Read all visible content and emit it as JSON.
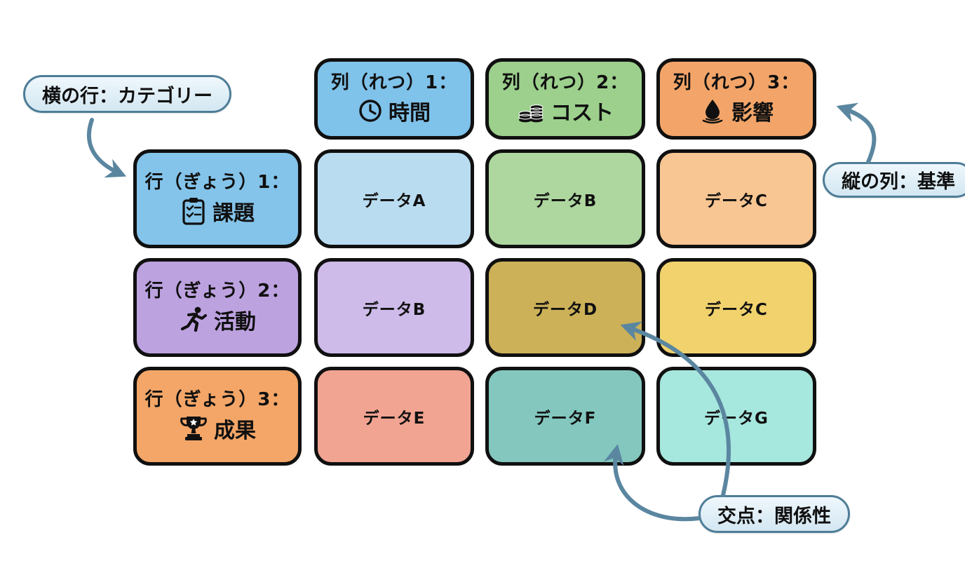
{
  "colors": {
    "arrow": "#5b86a0",
    "callout_bg": "#ddeef8",
    "callout_border": "#4e7d97",
    "cell_border": "#101010"
  },
  "callouts": {
    "row_label": "横の行：カテゴリー",
    "column_label": "縦の列：基準",
    "intersection_label": "交点：関係性"
  },
  "matrix": {
    "column_headers": [
      {
        "title": "列（れつ）1：",
        "subtitle": "時間",
        "icon": "clock-icon",
        "bg": "#7fc2ea"
      },
      {
        "title": "列（れつ）2：",
        "subtitle": "コスト",
        "icon": "coins-icon",
        "bg": "#9cd08c"
      },
      {
        "title": "列（れつ）3：",
        "subtitle": "影響",
        "icon": "water-drop-icon",
        "bg": "#f3a569"
      }
    ],
    "row_headers": [
      {
        "title": "行（ぎょう）1：",
        "subtitle": "課題",
        "icon": "checklist-icon",
        "bg": "#84c4ea"
      },
      {
        "title": "行（ぎょう）2：",
        "subtitle": "活動",
        "icon": "runner-icon",
        "bg": "#bda2e0"
      },
      {
        "title": "行（ぎょう）3：",
        "subtitle": "成果",
        "icon": "trophy-icon",
        "bg": "#f3a668"
      }
    ],
    "cells": [
      [
        {
          "label": "データA",
          "bg": "#b9dcf0"
        },
        {
          "label": "データB",
          "bg": "#aed7a0"
        },
        {
          "label": "データC",
          "bg": "#f8c693"
        }
      ],
      [
        {
          "label": "データB",
          "bg": "#cebbe9"
        },
        {
          "label": "データD",
          "bg": "#ccb159"
        },
        {
          "label": "データC",
          "bg": "#f1d26d"
        }
      ],
      [
        {
          "label": "データE",
          "bg": "#f2a492"
        },
        {
          "label": "データF",
          "bg": "#83c7bf"
        },
        {
          "label": "データG",
          "bg": "#a6e7de"
        }
      ]
    ]
  }
}
